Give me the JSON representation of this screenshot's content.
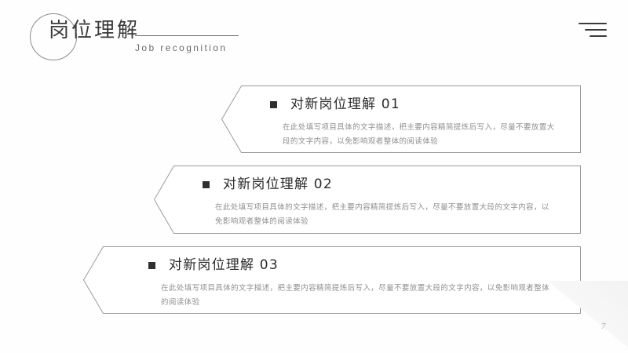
{
  "header": {
    "title_cn": "岗位理解",
    "title_en": "Job recognition",
    "menu_icon": "hamburger-menu-icon",
    "circle_icon": "decorative-circle"
  },
  "banners": [
    {
      "index": "01",
      "bullet": "square-bullet-icon",
      "heading": "对新岗位理解 01",
      "description": "在此处填写项目具体的文字描述，把主要内容精简提炼后写入，尽量不要放置大段的文字内容，以免影响观者整体的阅读体验"
    },
    {
      "index": "02",
      "bullet": "square-bullet-icon",
      "heading": "对新岗位理解 02",
      "description": "在此处填写项目具体的文字描述，把主要内容精简提炼后写入，尽量不要放置大段的文字内容，以免影响观者整体的阅读体验"
    },
    {
      "index": "03",
      "bullet": "square-bullet-icon",
      "heading": "对新岗位理解 03",
      "description": "在此处填写项目具体的文字描述，把主要内容精简提炼后写入，尽量不要放置大段的文字内容，以免影响观者整体的阅读体验"
    }
  ],
  "footer": {
    "page_number": "7"
  },
  "colors": {
    "background": "#fefefe",
    "text_primary": "#2b2b2b",
    "text_secondary": "#8f8f8f",
    "border": "#9b9b9b",
    "accent": "#2f2f2f"
  }
}
